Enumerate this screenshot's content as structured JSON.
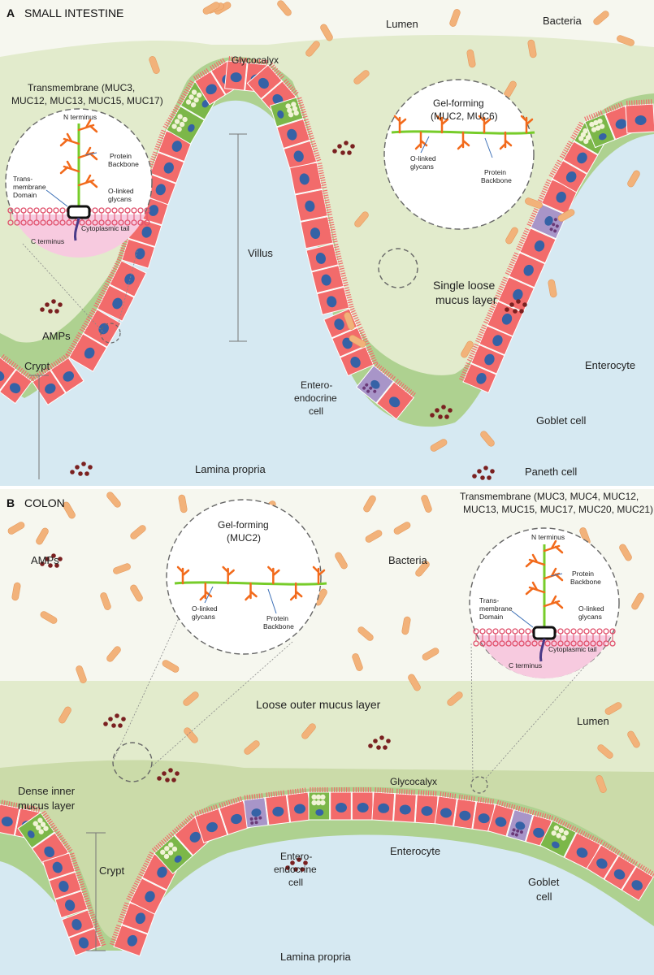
{
  "panel_a": {
    "letter": "A",
    "title": "SMALL INTESTINE",
    "labels": {
      "lumen": "Lumen",
      "bacteria": "Bacteria",
      "glycocalyx": "Glycocalyx",
      "villus": "Villus",
      "amps": "AMPs",
      "crypt": "Crypt",
      "entero_line1": "Entero-",
      "entero_line2": "endocrine",
      "entero_line3": "cell",
      "single_line1": "Single loose",
      "single_line2": "mucus layer",
      "enterocyte": "Enterocyte",
      "goblet": "Goblet cell",
      "paneth": "Paneth cell",
      "lamina": "Lamina propria"
    },
    "transmembrane": {
      "title_line1": "Transmembrane (MUC3,",
      "title_line2": "MUC12, MUC13, MUC15, MUC17)",
      "n_terminus": "N terminus",
      "protein_line1": "Protein",
      "protein_line2": "Backbone",
      "tm_line1": "Trans-",
      "tm_line2": "membrane",
      "tm_line3": "Domain",
      "olinked_line1": "O-linked",
      "olinked_line2": "glycans",
      "cyto": "Cytoplasmic tail",
      "c_terminus": "C terminus"
    },
    "gel": {
      "title_line1": "Gel-forming",
      "title_line2": "(MUC2, MUC6)",
      "olinked_line1": "O-linked",
      "olinked_line2": "glycans",
      "protein_line1": "Protein",
      "protein_line2": "Backbone"
    }
  },
  "panel_b": {
    "letter": "B",
    "title": "COLON",
    "labels": {
      "amps": "AMPs",
      "bacteria": "Bacteria",
      "loose_outer": "Loose outer mucus layer",
      "lumen": "Lumen",
      "dense_line1": "Dense inner",
      "dense_line2": "mucus layer",
      "glycocalyx": "Glycocalyx",
      "crypt": "Crypt",
      "entero_line1": "Entero-",
      "entero_line2": "endocrine",
      "entero_line3": "cell",
      "enterocyte": "Enterocyte",
      "goblet_line1": "Goblet",
      "goblet_line2": "cell",
      "lamina": "Lamina propria"
    },
    "gel": {
      "title_line1": "Gel-forming",
      "title_line2": "(MUC2)",
      "olinked_line1": "O-linked",
      "olinked_line2": "glycans",
      "protein_line1": "Protein",
      "protein_line2": "Backbone"
    },
    "transmembrane": {
      "title_line1": "Transmembrane (MUC3, MUC4, MUC12,",
      "title_line2": "MUC13, MUC15, MUC17, MUC20, MUC21)",
      "n_terminus": "N terminus",
      "protein_line1": "Protein",
      "protein_line2": "Backbone",
      "tm_line1": "Trans-",
      "tm_line2": "membrane",
      "tm_line3": "Domain",
      "olinked_line1": "O-linked",
      "olinked_line2": "glycans",
      "cyto": "Cytoplasmic tail",
      "c_terminus": "C terminus"
    }
  },
  "colors": {
    "lumen": "#f6f7ef",
    "mucus": "#dfe8c8",
    "glycocalyx": "#a9cf8c",
    "lamina": "#d6e9f2",
    "enterocyte": "#f26b6b",
    "nucleus": "#3562a6",
    "goblet": "#7cb749",
    "enteroendocrine": "#a895c8",
    "paneth": "#a9c6e6",
    "bacteria": "#f2b27a",
    "amp": "#7a2020",
    "backbone": "#77cc2a",
    "glycan": "#f26a1b",
    "membrane_pink": "#f7cadf",
    "lipid": "#e0506c"
  }
}
